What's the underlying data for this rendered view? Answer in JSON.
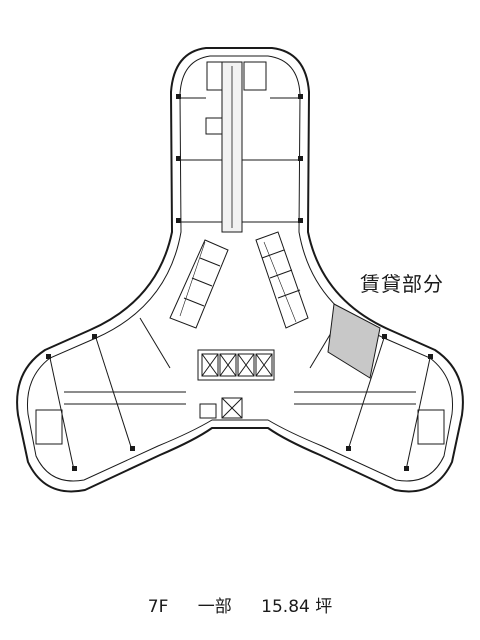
{
  "legend": {
    "rented_area_label": "賃貸部分",
    "rented_area_color": "#c8c8c8"
  },
  "caption": {
    "floor": "7F",
    "scope": "一部",
    "area": "15.84 坪"
  }
}
